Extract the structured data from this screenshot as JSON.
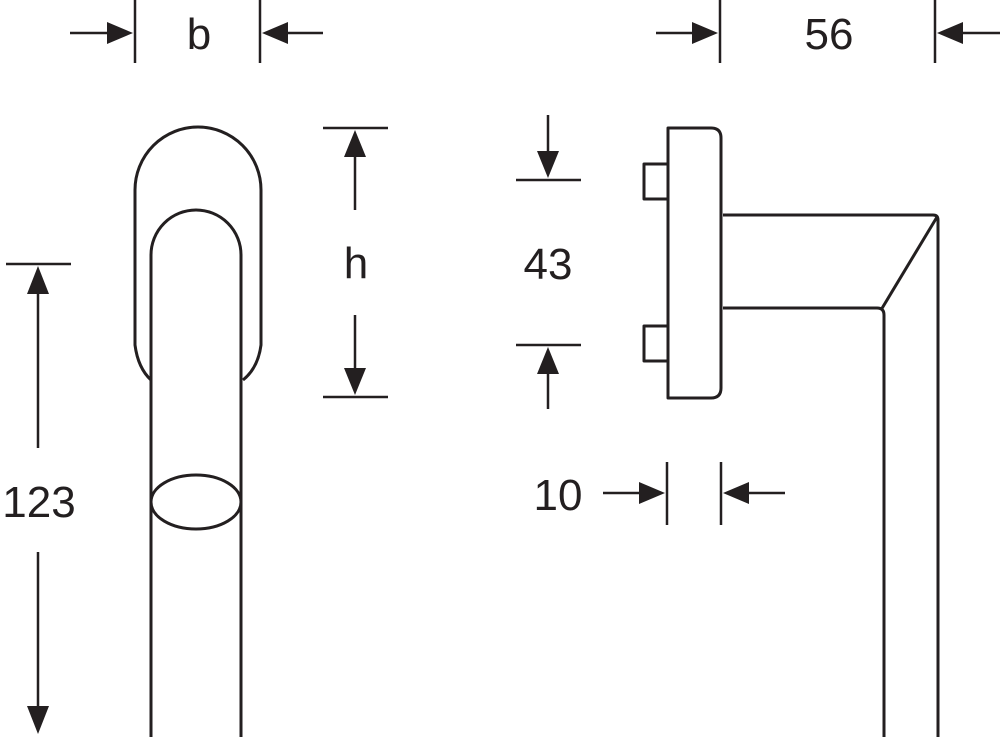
{
  "drawing": {
    "line_color": "#231f20",
    "background": "#ffffff"
  },
  "dimensions": {
    "width_label": "b",
    "height_label": "h",
    "length_label": "123",
    "projection_label": "56",
    "rose_spacing_label": "43",
    "rose_thickness_label": "10"
  }
}
